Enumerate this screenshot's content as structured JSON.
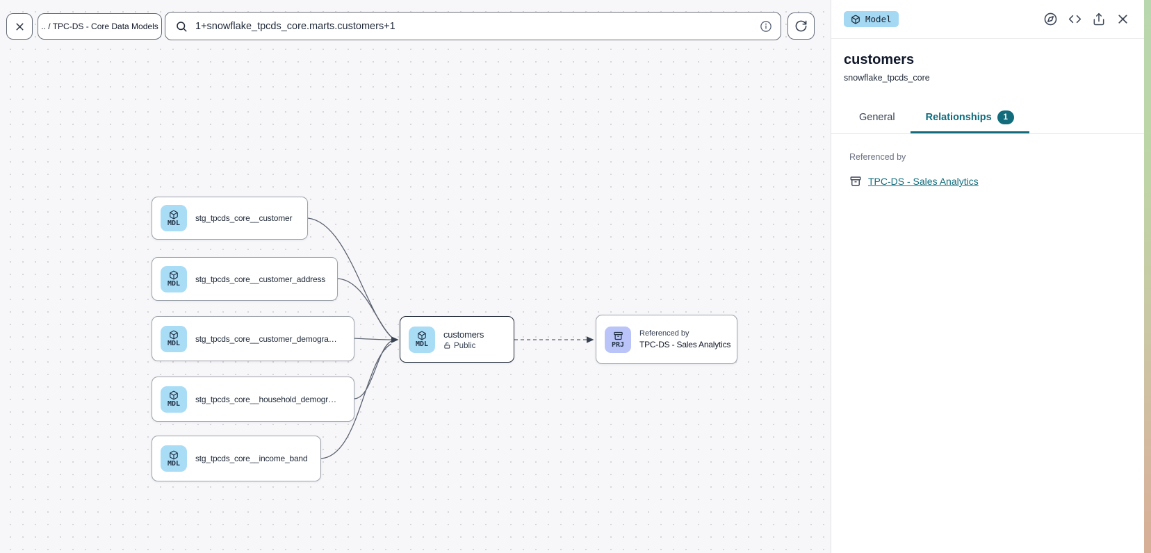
{
  "toolbar": {
    "breadcrumb": ".. / TPC-DS - Core Data Models",
    "search_value": "1+snowflake_tpcds_core.marts.customers+1"
  },
  "canvas": {
    "nodes": [
      {
        "icon_caption": "MDL",
        "label": "stg_tpcds_core__customer"
      },
      {
        "icon_caption": "MDL",
        "label": "stg_tpcds_core__customer_address"
      },
      {
        "icon_caption": "MDL",
        "label": "stg_tpcds_core__customer_demogra…"
      },
      {
        "icon_caption": "MDL",
        "label": "stg_tpcds_core__household_demogr…"
      },
      {
        "icon_caption": "MDL",
        "label": "stg_tpcds_core__income_band"
      },
      {
        "icon_caption": "MDL",
        "label": "customers",
        "visibility": "Public"
      },
      {
        "icon_caption": "PRJ",
        "kicker": "Referenced by",
        "label": "TPC-DS - Sales Analytics"
      }
    ]
  },
  "panel": {
    "type_badge": "Model",
    "title": "customers",
    "subtitle": "snowflake_tpcds_core",
    "tabs": {
      "general": "General",
      "relationships": "Relationships",
      "relationships_count": "1"
    },
    "referenced_by": {
      "label": "Referenced by",
      "link": "TPC-DS - Sales Analytics"
    }
  },
  "icons": {
    "close": "✕",
    "search": "magnifier",
    "info": "ⓘ",
    "refresh": "↻",
    "cube": "package-cube",
    "archive": "project-archive-box",
    "lock-open": "open-padlock",
    "compass": "explore-compass",
    "code": "</>",
    "share": "share-box-arrow-up"
  },
  "colors": {
    "accent_teal": "#126c7c",
    "model_icon_bg": "#a9ddf6",
    "project_icon_bg": "#bac4f8",
    "type_badge_bg": "#a4d8f3",
    "canvas_bg": "#f7f7f9",
    "node_border": "#9ba1aa",
    "selected_node_border": "#1f2937"
  }
}
